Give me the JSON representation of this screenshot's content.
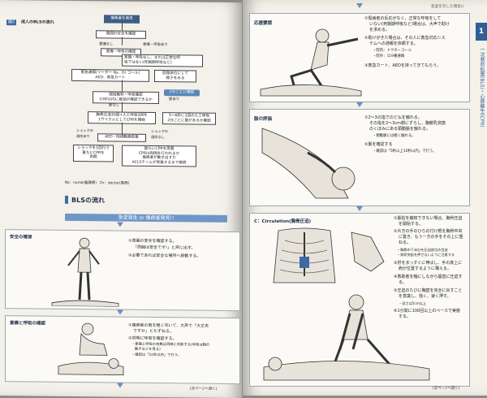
{
  "left": {
    "figure_label": "図2",
    "figure_title": "成人のBLSの流れ",
    "flow": {
      "n1": "傷病者を発見",
      "n2": "周囲の安全を確認",
      "n3": "意識・呼吸の確認",
      "side1": "意識なし",
      "side2": "意識・呼吸あり",
      "n4": "意識・呼吸なし、または正常な呼\n吸ではない(死戦期呼吸など)",
      "n5": "緊急通報(リーダー Ns、Dr コール)\nAED、救急カート",
      "n6": "回復体位にして\n様子をみる",
      "n7": "脈拍触知・呼吸確認\n10秒以内に脈拍が確認できるか",
      "tag1": "2分ごとに確認",
      "yes": "脈あり",
      "no": "脈なし",
      "n8": "胸骨圧迫30回+人工呼吸2回を\n1サイクルとしてCPRを開始",
      "n9": "5〜6秒に1回の人工呼吸\n2分ごとに脈があるか確認",
      "n10": "AED・除細動器装着",
      "shock_yes": "ショックの\n適応あり",
      "shock_no": "ショックの\n適応なし",
      "n11": "ショックを1回行う\n直ちにCPRを\n再開",
      "n12": "直ちにCPRを再開\nCPRは再開を行われるか\n傷病者が動き出すか\nACLSチームが到着するまで継続",
      "legend": "Ns：nurse(看護師)　Dr：doctor(医師)"
    },
    "section_title": "BLSの流れ",
    "banner": "急変発生 or 傷病者発見!!",
    "sec1_title": "安全の確保",
    "sec1_items": [
      "①周囲の安全を確認する。",
      "「周囲は安全です!」と声に出す。",
      "②必要であれば安全な場所へ移動する。"
    ],
    "sec2_title": "意識と呼吸の確認",
    "sec2_items": [
      "①傷病者の肩を軽く叩いて、大声で「大丈夫",
      "ですか」とたずねる。",
      "②同時に呼吸を確認する。",
      "・意識と呼吸の有無は同時に判断する(呼吸は胸の",
      "動きなどを見る)",
      "・確認は「10秒以内」で行う。"
    ],
    "page_footer": "(次ページへ続く)"
  },
  "right": {
    "header": "急変を示した場合に",
    "tab_number": "1",
    "side_label": "一次救命処置(BLS)・心肺蘇生(CPR)",
    "sec1_title": "応援要請",
    "sec1_items": [
      "①傷病者の反応がなく、正常な呼吸をして",
      "いない(死戦期呼吸など)場合は、大声で助け",
      "を求める。",
      "②助けがきた場合は、その人に救急対応シス",
      "テムへの通報を依頼する。",
      "・院内：ドクターコール",
      "・院外：119番通報",
      "③救急カート、AEDを持ってきてもらう。"
    ],
    "sec2_title": "脈の評価",
    "sec2_items": [
      "①2〜3の指でのど仏を触れる。",
      "その指を2〜3cm側にずらし、胸鎖乳突筋",
      "のくぼみにある頸動脈を触れる。",
      "・頸動脈には軽く触れる。",
      "②脈を確認する",
      "・確認は「5秒以上10秒以内」で行う。"
    ],
    "sec3_title": "C：Circulation(胸骨圧迫)",
    "sec3_items": [
      "①脈拍を触知できない場合、胸骨圧迫",
      "を開始する。",
      "②片方の手のひらの付け根を胸骨中央",
      "に置き、もう一方の手をその上に重",
      "ねる。",
      "・胸骨の下半分を圧迫部位の目安",
      "・剣状突起を押さないように注意する",
      "③肘をまっすぐに伸ばし、手の真上に",
      "肩が位置するように構える。",
      "④救助者を軸にしながら垂直に圧迫す",
      "る。",
      "⑤圧迫のたびに胸壁を完全に戻すこと",
      "を意識し、強く、速く押す。",
      "・深さは5cm以上",
      "⑥1分間に100回以上のペースで実施",
      "する。"
    ],
    "page_footer": "(次ページへ続く)"
  }
}
